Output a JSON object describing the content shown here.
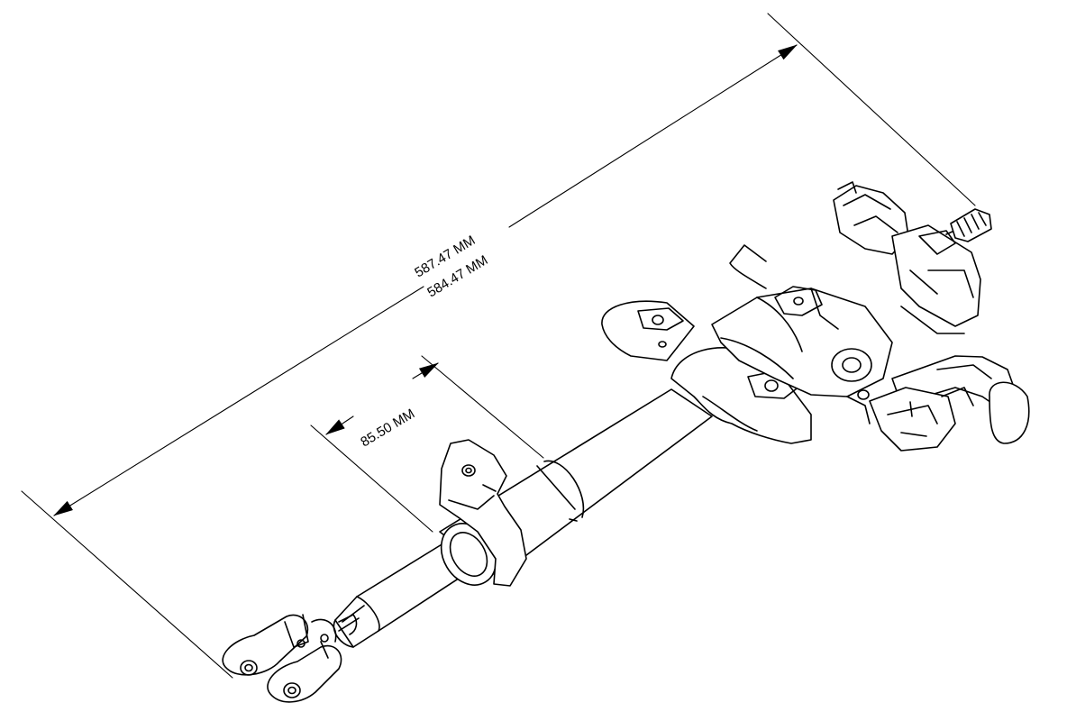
{
  "dimensions": {
    "overall_length": {
      "line1": "587.47  MM",
      "line2": "584.47  MM"
    },
    "tube_offset": {
      "label": "85.50 MM"
    }
  }
}
